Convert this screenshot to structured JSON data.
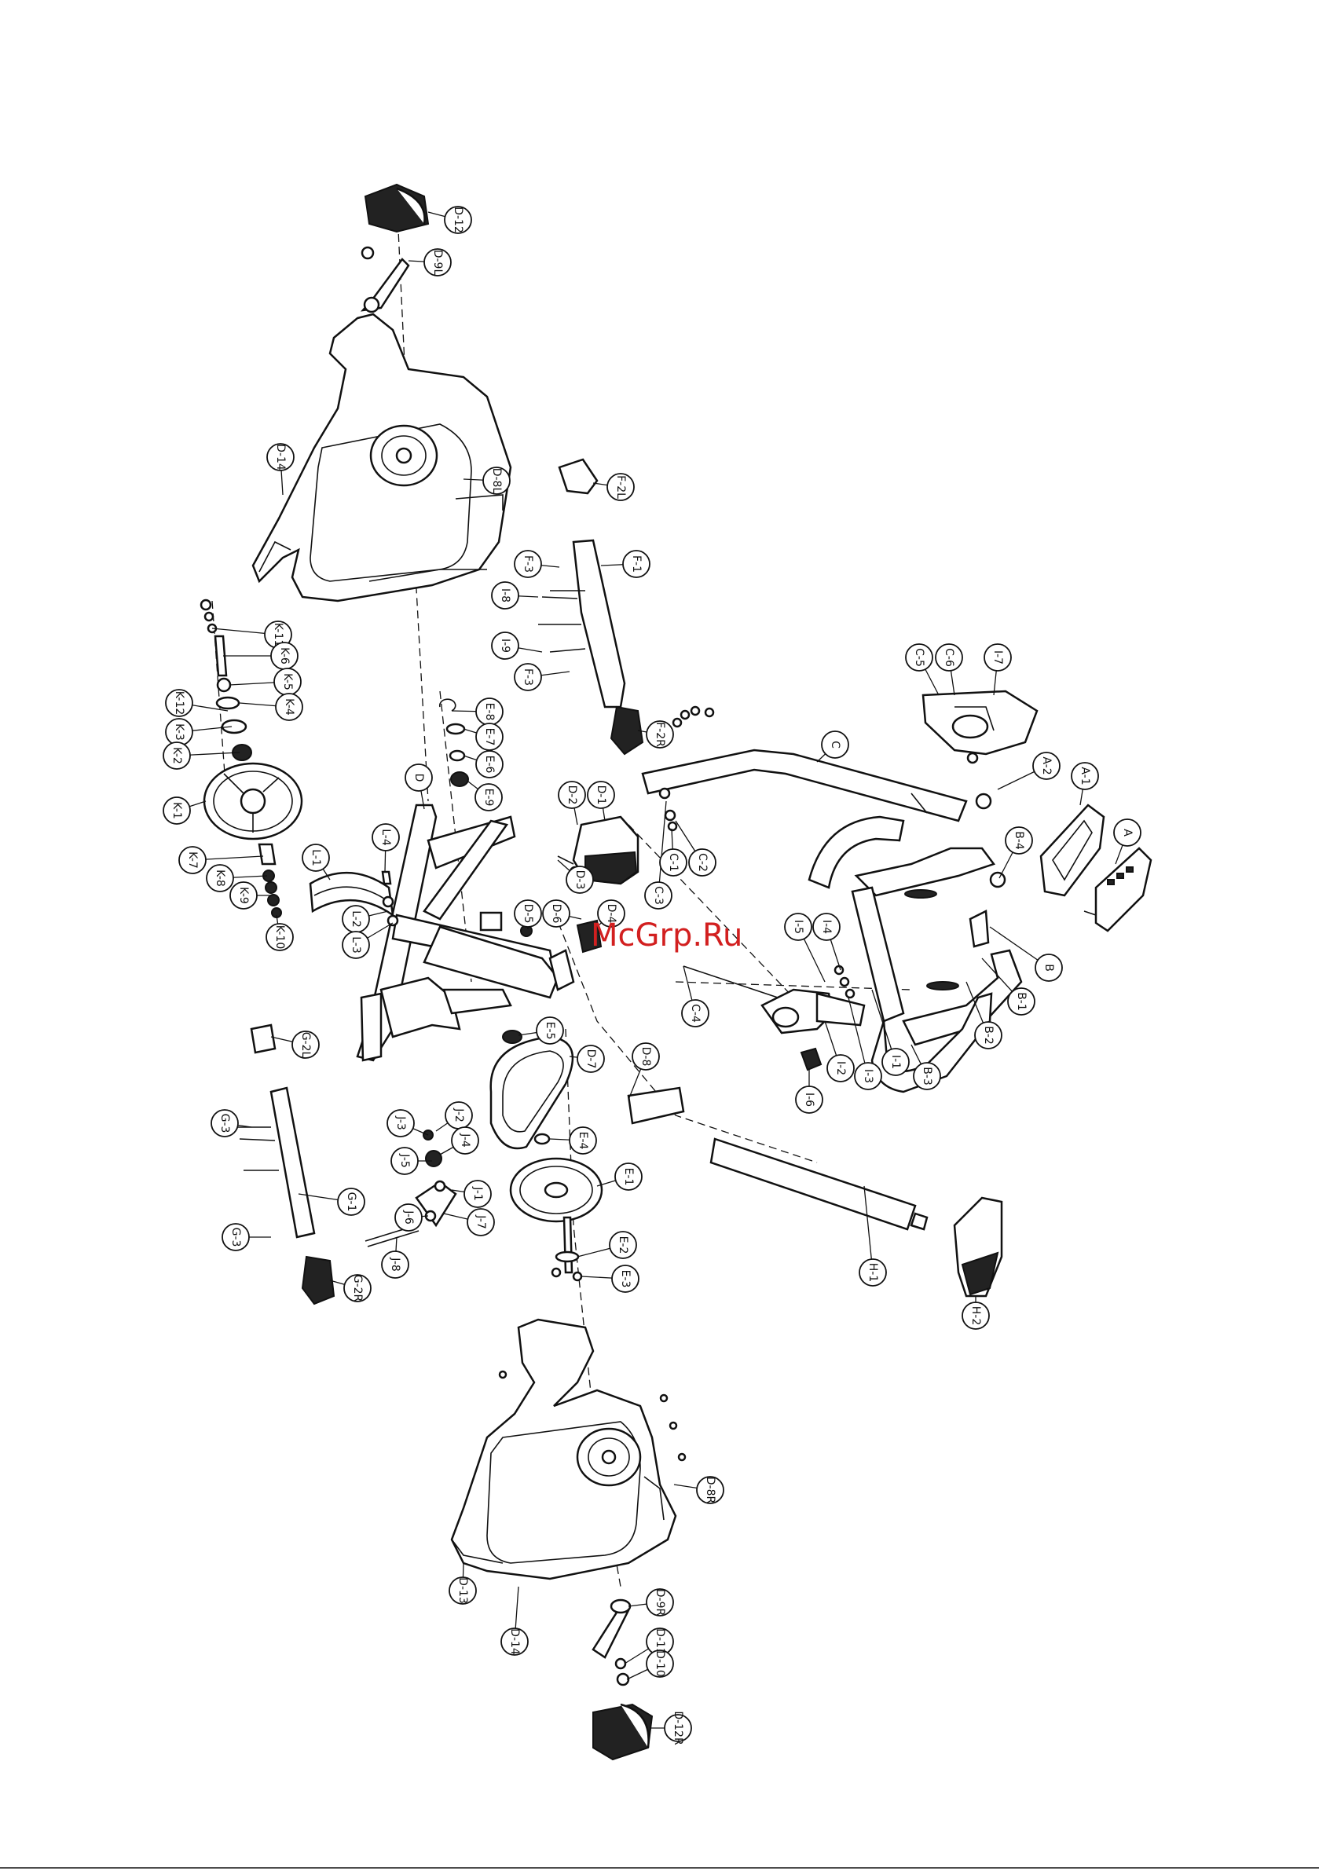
{
  "watermark": "McGrp.Ru",
  "callouts": [
    {
      "id": "D-12",
      "label": "D-12"
    },
    {
      "id": "D-9L",
      "label": "D-9L"
    },
    {
      "id": "D-14",
      "label": "D-14"
    },
    {
      "id": "D-8L",
      "label": "D-8L"
    },
    {
      "id": "F-2L",
      "label": "F-2L"
    },
    {
      "id": "F-3a",
      "label": "F-3"
    },
    {
      "id": "F-1",
      "label": "F-1"
    },
    {
      "id": "I-8",
      "label": "I-8"
    },
    {
      "id": "I-9",
      "label": "I-9"
    },
    {
      "id": "F-3b",
      "label": "F-3"
    },
    {
      "id": "F-2R",
      "label": "F-2R"
    },
    {
      "id": "K-11",
      "label": "K-11"
    },
    {
      "id": "K-6",
      "label": "K-6"
    },
    {
      "id": "K-5",
      "label": "K-5"
    },
    {
      "id": "K-4",
      "label": "K-4"
    },
    {
      "id": "K-12",
      "label": "K-12"
    },
    {
      "id": "K-3",
      "label": "K-3"
    },
    {
      "id": "K-2",
      "label": "K-2"
    },
    {
      "id": "K-1",
      "label": "K-1"
    },
    {
      "id": "K-7",
      "label": "K-7"
    },
    {
      "id": "K-8",
      "label": "K-8"
    },
    {
      "id": "K-9",
      "label": "K-9"
    },
    {
      "id": "K-10",
      "label": "K-10"
    },
    {
      "id": "E-8",
      "label": "E-8"
    },
    {
      "id": "E-7",
      "label": "E-7"
    },
    {
      "id": "E-6",
      "label": "E-6"
    },
    {
      "id": "E-9",
      "label": "E-9"
    },
    {
      "id": "D",
      "label": "D"
    },
    {
      "id": "L-1",
      "label": "L-1"
    },
    {
      "id": "L-4",
      "label": "L-4"
    },
    {
      "id": "L-2",
      "label": "L-2"
    },
    {
      "id": "L-3",
      "label": "L-3"
    },
    {
      "id": "D-2",
      "label": "D-2"
    },
    {
      "id": "D-1",
      "label": "D-1"
    },
    {
      "id": "D-5",
      "label": "D-5"
    },
    {
      "id": "D-6",
      "label": "D-6"
    },
    {
      "id": "D-3",
      "label": "D-3"
    },
    {
      "id": "D-4",
      "label": "D-4"
    },
    {
      "id": "C-5",
      "label": "C-5"
    },
    {
      "id": "C-6",
      "label": "C-6"
    },
    {
      "id": "I-7",
      "label": "I-7"
    },
    {
      "id": "C",
      "label": "C"
    },
    {
      "id": "C-1",
      "label": "C-1"
    },
    {
      "id": "C-2",
      "label": "C-2"
    },
    {
      "id": "C-3",
      "label": "C-3"
    },
    {
      "id": "A-2",
      "label": "A-2"
    },
    {
      "id": "A-1",
      "label": "A-1"
    },
    {
      "id": "A",
      "label": "A"
    },
    {
      "id": "B-4",
      "label": "B-4"
    },
    {
      "id": "I-5",
      "label": "I-5"
    },
    {
      "id": "I-4",
      "label": "I-4"
    },
    {
      "id": "C-4",
      "label": "C-4"
    },
    {
      "id": "B",
      "label": "B"
    },
    {
      "id": "B-1",
      "label": "B-1"
    },
    {
      "id": "B-2",
      "label": "B-2"
    },
    {
      "id": "B-3",
      "label": "B-3"
    },
    {
      "id": "I-1",
      "label": "I-1"
    },
    {
      "id": "I-3",
      "label": "I-3"
    },
    {
      "id": "I-2",
      "label": "I-2"
    },
    {
      "id": "I-6",
      "label": "I-6"
    },
    {
      "id": "G-2L",
      "label": "G-2L"
    },
    {
      "id": "G-3a",
      "label": "G-3"
    },
    {
      "id": "G-1",
      "label": "G-1"
    },
    {
      "id": "G-3b",
      "label": "G-3"
    },
    {
      "id": "G-2R",
      "label": "G-2R"
    },
    {
      "id": "E-5",
      "label": "E-5"
    },
    {
      "id": "D-7",
      "label": "D-7"
    },
    {
      "id": "D-8",
      "label": "D-8"
    },
    {
      "id": "J-3",
      "label": "J-3"
    },
    {
      "id": "J-2",
      "label": "J-2"
    },
    {
      "id": "J-4",
      "label": "J-4"
    },
    {
      "id": "J-5",
      "label": "J-5"
    },
    {
      "id": "J-1",
      "label": "J-1"
    },
    {
      "id": "J-6",
      "label": "J-6"
    },
    {
      "id": "J-7",
      "label": "J-7"
    },
    {
      "id": "J-8",
      "label": "J-8"
    },
    {
      "id": "E-4",
      "label": "E-4"
    },
    {
      "id": "E-1",
      "label": "E-1"
    },
    {
      "id": "E-2",
      "label": "E-2"
    },
    {
      "id": "E-3",
      "label": "E-3"
    },
    {
      "id": "H-1",
      "label": "H-1"
    },
    {
      "id": "H-2",
      "label": "H-2"
    },
    {
      "id": "D-8R",
      "label": "D-8R"
    },
    {
      "id": "D-13",
      "label": "D-13"
    },
    {
      "id": "D-14b",
      "label": "D-14"
    },
    {
      "id": "D-9R",
      "label": "D-9R"
    },
    {
      "id": "D-11",
      "label": "D-11"
    },
    {
      "id": "D-10",
      "label": "D-10"
    },
    {
      "id": "D-12R",
      "label": "D-12R"
    }
  ]
}
